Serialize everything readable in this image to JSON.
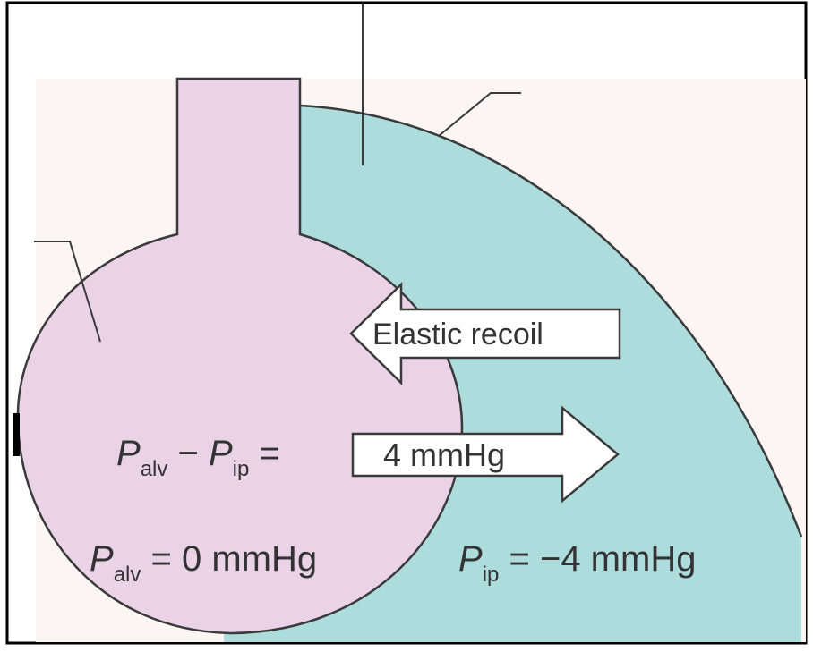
{
  "labels": {
    "elastic_recoil": "Elastic recoil",
    "difference_arrow_value": "4 mmHg",
    "alveolar_pressure_value": " = 0 mmHg",
    "intrapleural_pressure_value": " = −4 mmHg",
    "difference_equals": " =",
    "minus_sign": " − ",
    "p_symbol": "P",
    "alv_subscript": "alv",
    "ip_subscript": "ip"
  },
  "colors": {
    "alveolus_fill": "#ead3e6",
    "pleural_fill": "#acdcdc",
    "outline": "#3a3a3a",
    "frame": "#000000",
    "arrow_fill": "#ffffff"
  }
}
